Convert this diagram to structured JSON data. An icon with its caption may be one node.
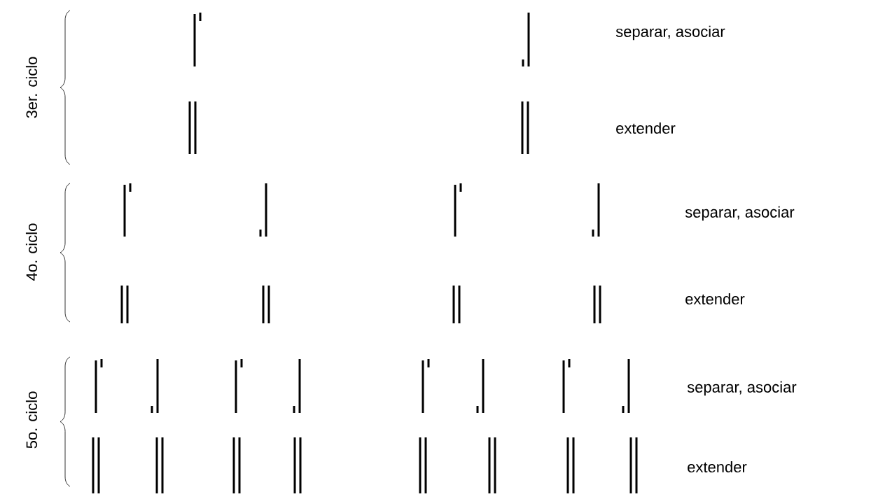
{
  "diagram": {
    "labels": [
      "3er. ciclo",
      "separar, asociar",
      "extender",
      "4o. ciclo",
      "separar, asociar",
      "extender",
      "5o. ciclo",
      "separar, asociar",
      "extender"
    ]
  }
}
